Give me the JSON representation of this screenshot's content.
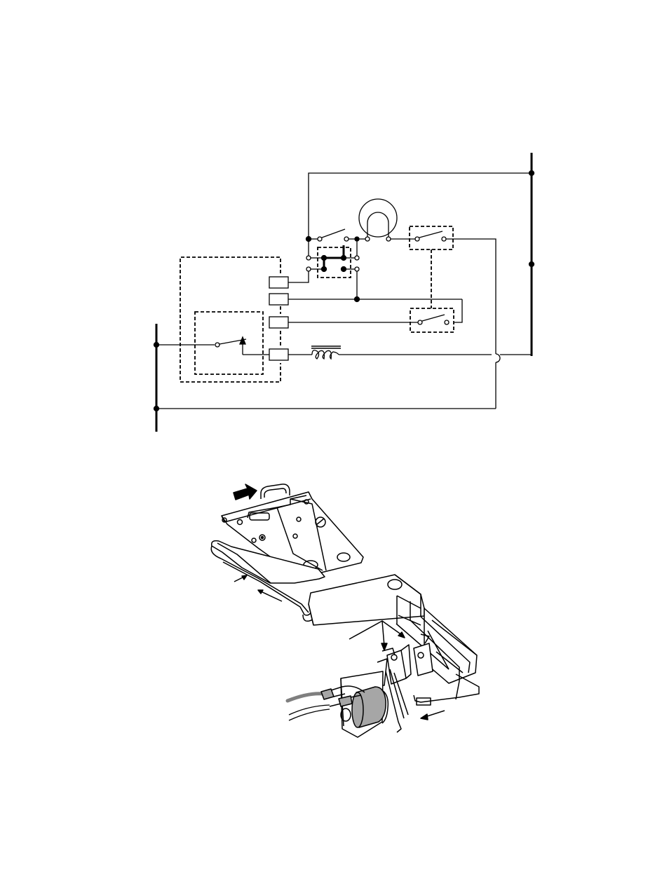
{
  "page": {
    "background": "#ffffff",
    "ink": "#000000"
  },
  "figures": {
    "top": {
      "kind": "wiring-schematic",
      "labels": [],
      "components": [
        "power-rail-right",
        "power-rail-left",
        "lamp-icon",
        "switch-contacts",
        "terminal-block",
        "solenoid-coil-icon",
        "relay-switch",
        "dashed-enclosure"
      ]
    },
    "bottom": {
      "kind": "mechanism-illustration",
      "labels": [],
      "components": [
        "push-direction-arrow-icon",
        "door-latch-plate",
        "linkage-rod",
        "lever-arm",
        "micro-switch",
        "solenoid",
        "wire-leads"
      ]
    }
  },
  "colors": {
    "line": "#000000",
    "solenoid_body": "#a6a6a6",
    "wire_insulation": "#7f7f7f"
  }
}
